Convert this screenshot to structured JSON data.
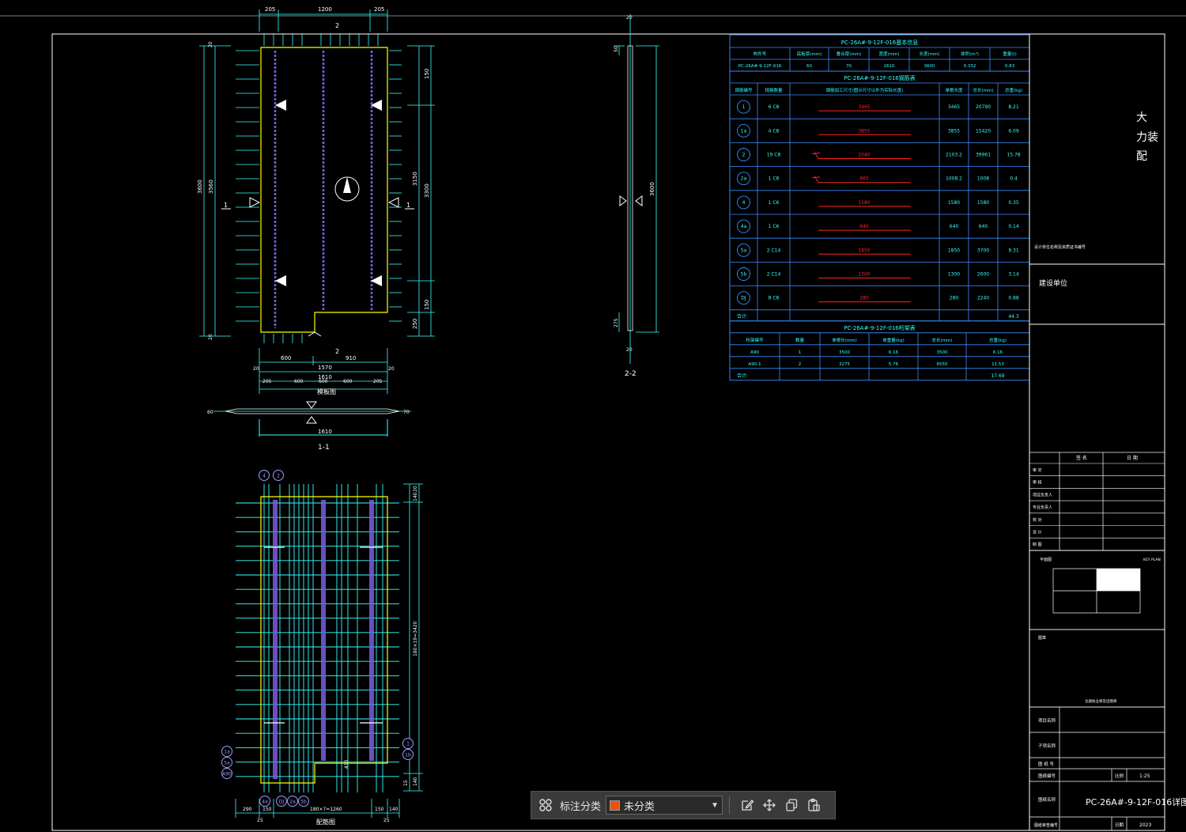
{
  "drawing": {
    "plan_view": {
      "title": "模板图",
      "dim_top": [
        "205",
        "1200",
        "205"
      ],
      "dim_left_total": "3600",
      "dim_left_inner": "3560",
      "dim_right": [
        "150",
        "3150",
        "3300",
        "150",
        "250"
      ],
      "dim_bottom1": [
        "600",
        "910"
      ],
      "dim_bottom2": "1570",
      "dim_bottom3": "1610",
      "dim_bottom4": [
        "205",
        "600",
        "600",
        "600",
        "205"
      ],
      "dim_small": [
        "20",
        "20",
        "20",
        "20",
        "20"
      ],
      "section_marks": [
        "1",
        "1",
        "2",
        "2"
      ]
    },
    "section_1_1": {
      "label": "1-1",
      "dim": "1610",
      "left_tag": "60",
      "right_tag": "70"
    },
    "section_2_2": {
      "label": "2-2",
      "dim_top": "50",
      "dim_mid": "3600",
      "dim_bottom": "275",
      "dims_small": [
        "20",
        "20"
      ]
    },
    "rebar_view": {
      "title": "配筋图",
      "dim_right": [
        "20",
        "140",
        "180×19=3420",
        "140",
        "15"
      ],
      "dim_bottom": [
        "290",
        "150",
        "180×7=1260",
        "150",
        "140",
        "25",
        "25"
      ],
      "dim_side": "410",
      "tags_top": [
        "4",
        "2"
      ],
      "tags_left": [
        "1a",
        "5a",
        "A90"
      ],
      "tags_right": [
        "1",
        "1b"
      ],
      "tags_bottom": [
        "4a",
        "DJ",
        "2a",
        "5b"
      ]
    },
    "table_basic": {
      "title": "PC-26A#-9-12F-016基本信息",
      "headers": [
        "构件号",
        "底板厚(mm)",
        "叠合厚(mm)",
        "宽度(mm)",
        "长度(mm)",
        "体积(m³)",
        "重量(t)"
      ],
      "row": [
        "PC-26A#-9-12F-016",
        "60",
        "70",
        "1610",
        "3600",
        "0.332",
        "0.83"
      ]
    },
    "table_rebar": {
      "title": "PC-26A#-9-12F-016钢筋表",
      "headers": [
        "钢筋编号",
        "规格数量",
        "钢筋加工尺寸(图示尺寸以外为实际长度)",
        "单根长度",
        "总长(mm)",
        "总重(kg)"
      ],
      "rows": [
        {
          "id": "1",
          "spec": "6 C8",
          "shape": "3465",
          "len": "3465",
          "total": "20790",
          "weight": "8.21"
        },
        {
          "id": "1a",
          "spec": "4 C8",
          "shape": "3855",
          "len": "3855",
          "total": "15420",
          "weight": "6.09"
        },
        {
          "id": "2",
          "spec": "19 C8",
          "shape": "2040",
          "len": "2103.2",
          "total": "39961",
          "weight": "15.78"
        },
        {
          "id": "2a",
          "spec": "1 C8",
          "shape": "965",
          "len": "1008.2",
          "total": "1008",
          "weight": "0.4"
        },
        {
          "id": "4",
          "spec": "1 C6",
          "shape": "1580",
          "len": "1580",
          "total": "1580",
          "weight": "0.35"
        },
        {
          "id": "4a",
          "spec": "1 C6",
          "shape": "640",
          "len": "640",
          "total": "640",
          "weight": "0.14"
        },
        {
          "id": "5a",
          "spec": "2 C14",
          "shape": "1850",
          "len": "1850",
          "total": "3700",
          "weight": "9.31"
        },
        {
          "id": "5b",
          "spec": "2 C14",
          "shape": "1300",
          "len": "1300",
          "total": "2600",
          "weight": "3.14"
        },
        {
          "id": "DJ",
          "spec": "8 C8",
          "shape": "280",
          "len": "280",
          "total": "2240",
          "weight": "0.88"
        }
      ],
      "sum_label": "合计:",
      "sum_value": "44.3"
    },
    "table_truss": {
      "title": "PC-26A#-9-12F-016桁架表",
      "headers": [
        "桁架编号",
        "数量",
        "单根长(mm)",
        "单重量(kg)",
        "总长(mm)",
        "总重(kg)"
      ],
      "rows": [
        [
          "A90",
          "1",
          "3500",
          "6.16",
          "3500",
          "6.16"
        ],
        [
          "A90-1",
          "2",
          "3275",
          "5.76",
          "6550",
          "11.53"
        ]
      ],
      "sum_label": "合计:",
      "sum_value": "17.69"
    },
    "title_block": {
      "stamp_text": [
        "大",
        "力装",
        "配"
      ],
      "note": "设计单位名称及资质证书编号",
      "owner_label": "建设单位",
      "sign_headers": [
        "签 名",
        "日 期"
      ],
      "roles": [
        "审 定",
        "审 核",
        "项目负责人",
        "专业负责人",
        "校 对",
        "设 计",
        "制 图"
      ],
      "key_plan_cn": "平面图",
      "key_plan_en": "KEY PLAN",
      "seal_label": "图章",
      "seal_note": "注册执业章及出图章",
      "project_label": "项目名称",
      "subproject_label": "子项名称",
      "sheet_no_label": "图 纸 号",
      "scale_label": "比例",
      "scale_value": "1:25",
      "drawing_no_label": "图纸编号",
      "drawing_name_label": "图纸名称",
      "drawing_name": "PC-26A#-9-12F-016详图",
      "date_label": "日期",
      "date_value": "2023",
      "bottom_note": "图纸审查编号"
    }
  },
  "toolbar": {
    "label": "标注分类",
    "selected": "未分类",
    "swatch_color": "#e8530f",
    "icons": [
      "grid-icon",
      "dropdown-arrow-icon",
      "edit-icon",
      "move-icon",
      "copy-icon",
      "paste-icon"
    ]
  }
}
